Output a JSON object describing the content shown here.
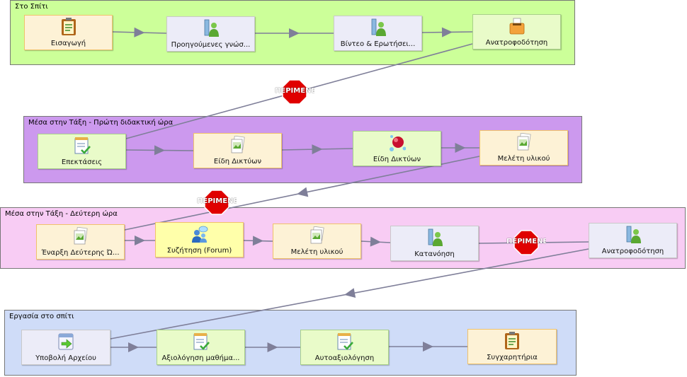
{
  "colors": {
    "lane1": "#ccff99",
    "lane2": "#cc99ee",
    "lane3": "#f8ccf4",
    "lane4": "#cfdcf8",
    "act_orange": "#fdf2d6",
    "act_lavender": "#ececf8",
    "act_green": "#e9fbc9",
    "act_yellow": "#ffffaa",
    "wire": "#7f7f99",
    "stop": "#e00000"
  },
  "lanes": [
    {
      "title": "Στο Σπίτι"
    },
    {
      "title": "Μέσα στην Τάξη - Πρώτη διδακτική ώρα"
    },
    {
      "title": "Μέσα στην Τάξη - Δεύτερη ώρα"
    },
    {
      "title": "Εργασία στο σπίτι"
    }
  ],
  "activities": [
    {
      "label": "Εισαγωγή",
      "icon": "notepad-icon",
      "style": "orange"
    },
    {
      "label": "Προηγούμενες γνώσ...",
      "icon": "resource-person-icon",
      "style": "lavender"
    },
    {
      "label": "Βίντεο & Ερωτήσει...",
      "icon": "resource-person-icon",
      "style": "lavender"
    },
    {
      "label": "Ανατροφοδότηση",
      "icon": "drop-box-icon",
      "style": "green"
    },
    {
      "label": "Επεκτάσεις",
      "icon": "checklist-icon",
      "style": "green"
    },
    {
      "label": "Είδη Δικτύων",
      "icon": "document-image-icon",
      "style": "orange"
    },
    {
      "label": "Είδη Δικτύων",
      "icon": "molecule-icon",
      "style": "green"
    },
    {
      "label": "Μελέτη υλικού",
      "icon": "document-image-icon",
      "style": "orange"
    },
    {
      "label": "Έναρξη Δεύτερης Ώ...",
      "icon": "document-image-icon",
      "style": "orange"
    },
    {
      "label": "Συζήτηση (Forum)",
      "icon": "people-chat-icon",
      "style": "yellow"
    },
    {
      "label": "Μελέτη υλικού",
      "icon": "document-image-icon",
      "style": "orange"
    },
    {
      "label": "Κατανόηση",
      "icon": "resource-person-icon",
      "style": "lavender"
    },
    {
      "label": "Ανατροφοδότηση",
      "icon": "resource-person-icon",
      "style": "lavender"
    },
    {
      "label": "Υποβολή Αρχείου",
      "icon": "file-upload-icon",
      "style": "lavender"
    },
    {
      "label": "Αξιολόγηση μαθήμα...",
      "icon": "checklist-icon",
      "style": "green"
    },
    {
      "label": "Αυτοαξιολόγηση",
      "icon": "checklist-icon",
      "style": "green"
    },
    {
      "label": "Συγχαρητήρια",
      "icon": "notepad-icon",
      "style": "orange"
    }
  ],
  "stops": [
    {
      "label": "ΠΕΡΙΜΕΝΕ"
    },
    {
      "label": "ΠΕΡΙΜΕΝΕ"
    },
    {
      "label": "ΠΕΡΙΜΕΝΕ"
    }
  ]
}
